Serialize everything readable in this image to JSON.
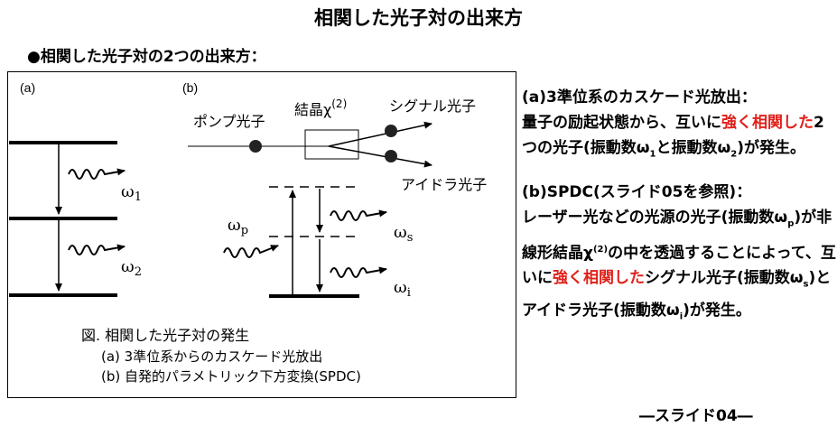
{
  "title": "相関した光子対の出来方",
  "subtitle": "●相関した光子対の2つの出来方：",
  "figure": {
    "panel_a_label": "(a)",
    "panel_b_label": "(b)",
    "omega1": "ω",
    "omega1_sub": "1",
    "omega2": "ω",
    "omega2_sub": "2",
    "pump_label": "ポンプ光子",
    "crystal_label": "結晶χ",
    "crystal_sup": "(2)",
    "signal_label": "シグナル光子",
    "idler_label": "アイドラ光子",
    "omega_p": "ω",
    "omega_p_sub": "p",
    "omega_s": "ω",
    "omega_s_sub": "s",
    "omega_i": "ω",
    "omega_i_sub": "i",
    "caption_title": "図. 相関した光子対の発生",
    "caption_a": "(a) 3準位系からのカスケード光放出",
    "caption_b": "(b) 自発的パラメトリック下方変換(SPDC)"
  },
  "explanation": {
    "a": {
      "heading": "(a)3準位系のカスケード光放出：",
      "t1": "量子の励起状態から、互いに",
      "t1_red": "強く相関した",
      "t2": "2つの光子(振動数ω",
      "t2_sub": "1",
      "t3": "と振動数ω",
      "t3_sub": "2",
      "t4": ")が発生。"
    },
    "b": {
      "heading": "(b)SPDC(スライド05を参照)：",
      "t1": "レーザー光などの光源の光子(振動数ω",
      "t1_sub": "p",
      "t2": ")が非線形結晶χ",
      "t2_sup": "(2)",
      "t3": "の中を透過することによって、互いに",
      "t3_red": "強く相関した",
      "t4": "シグナル光子(振動数ω",
      "t4_sub": "s",
      "t5": ")とアイドラ光子(振動数ω",
      "t5_sub": "i",
      "t6": ")が発生。"
    }
  },
  "footer": "―スライド04―"
}
